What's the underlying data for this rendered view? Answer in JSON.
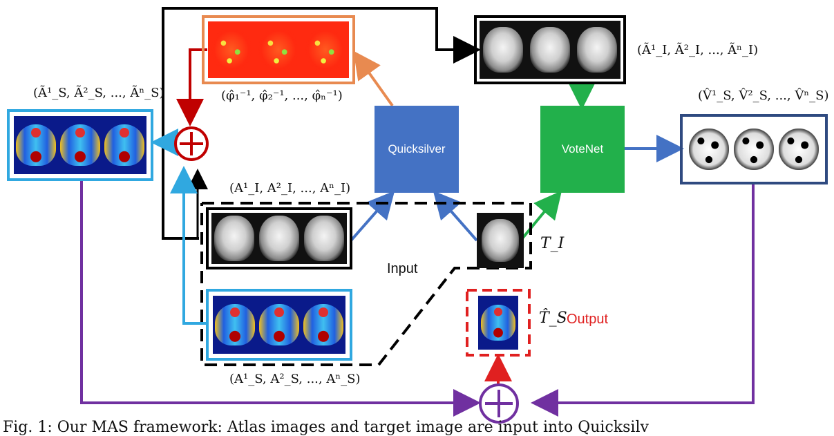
{
  "labels": {
    "warped_atlases": "(Ã¹_S, Ã²_S, ..., Ãⁿ_S)",
    "inverse_maps": "(φ̂₁⁻¹, φ̂₂⁻¹, ..., φ̂ₙ⁻¹)",
    "warped_images": "(Ã¹_I, Ã²_I, ..., Ãⁿ_I)",
    "votes": "(V̂¹_S, V̂²_S, ..., V̂ⁿ_S)",
    "atlas_images": "(A¹_I, A²_I, ..., Aⁿ_I)",
    "atlas_segs": "(A¹_S, A²_S, ..., Aⁿ_S)",
    "target_image": "T_I",
    "target_seg": "T̂_S",
    "input": "Input",
    "output": "Output",
    "quicksilver": "Quicksilver",
    "votenet": "VoteNet",
    "caption": "Fig. 1: Our MAS framework: Atlas images and target image are input into Quicksilv"
  },
  "colors": {
    "quicksilver": "#4472c4",
    "votenet": "#22b04b",
    "cyan": "#30a8e0",
    "orange": "#e88a50",
    "red": "#c00000",
    "purple": "#7030a0",
    "navy": "#2f4a80",
    "output_red": "#e02020"
  }
}
